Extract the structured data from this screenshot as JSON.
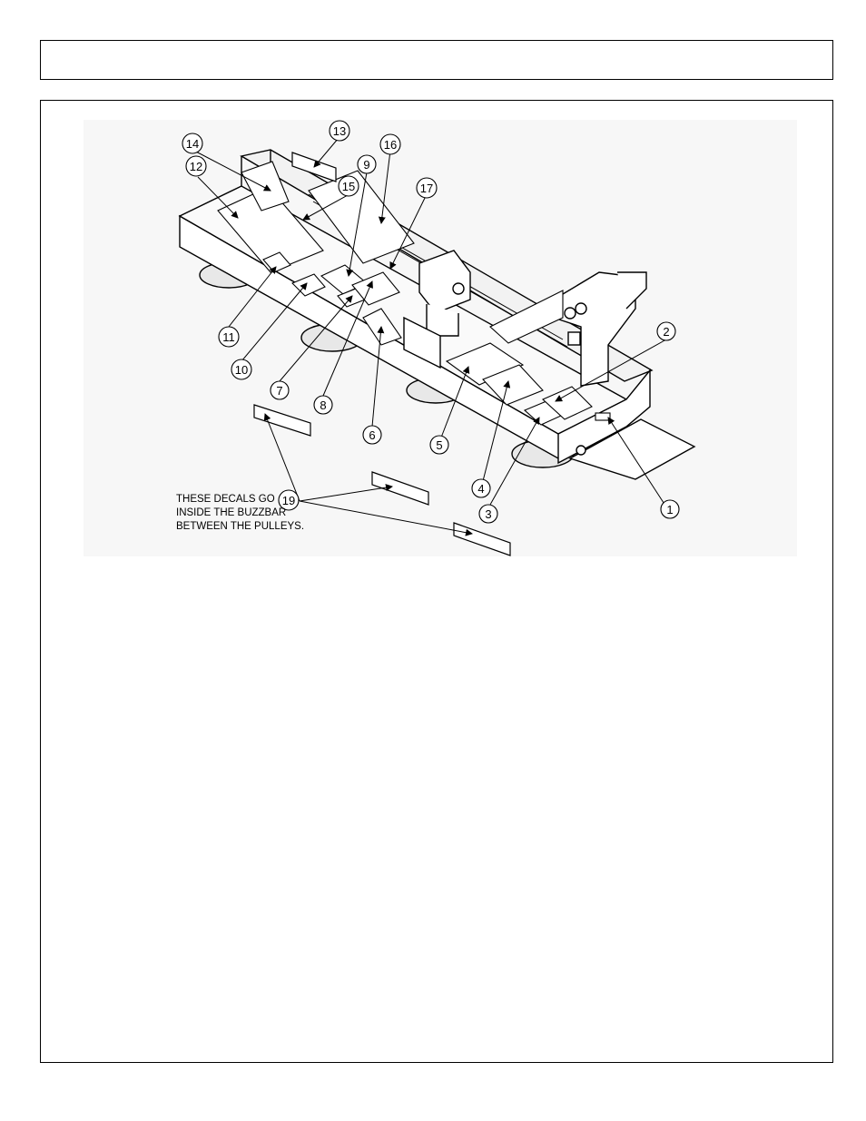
{
  "header": {
    "title": ""
  },
  "diagram": {
    "note_lines": [
      "THESE DECALS GO",
      "INSIDE THE BUZZBAR",
      "BETWEEN THE PULLEYS."
    ],
    "callouts": [
      {
        "id": "c1",
        "label": "1"
      },
      {
        "id": "c2",
        "label": "2"
      },
      {
        "id": "c3",
        "label": "3"
      },
      {
        "id": "c4",
        "label": "4"
      },
      {
        "id": "c5",
        "label": "5"
      },
      {
        "id": "c6",
        "label": "6"
      },
      {
        "id": "c7",
        "label": "7"
      },
      {
        "id": "c8",
        "label": "8"
      },
      {
        "id": "c9",
        "label": "9"
      },
      {
        "id": "c10",
        "label": "10"
      },
      {
        "id": "c11",
        "label": "11"
      },
      {
        "id": "c12",
        "label": "12"
      },
      {
        "id": "c13",
        "label": "13"
      },
      {
        "id": "c14",
        "label": "14"
      },
      {
        "id": "c15",
        "label": "15"
      },
      {
        "id": "c16",
        "label": "16"
      },
      {
        "id": "c17",
        "label": "17"
      },
      {
        "id": "c19",
        "label": "19"
      }
    ]
  }
}
